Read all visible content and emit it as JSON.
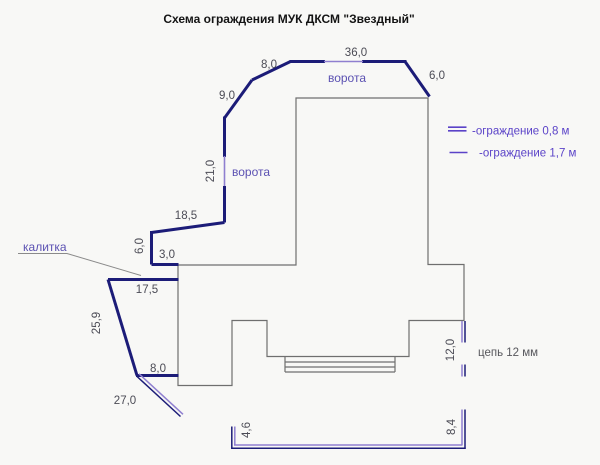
{
  "title": "Схема ограждения МУК ДКСМ \"Звездный\"",
  "legend": {
    "fence_08_label": "-ограждение 0,8 м",
    "fence_17_label": "-ограждение 1,7 м"
  },
  "labels": {
    "gate_top": "ворота",
    "gate_left": "ворота",
    "wicket": "калитка",
    "chain": "цепь 12 мм"
  },
  "dimensions": {
    "top_36": "36,0",
    "top_8": "8,0",
    "top_6": "6,0",
    "top_9": "9,0",
    "left_21": "21,0",
    "left_18_5": "18,5",
    "left_6": "6,0",
    "left_3": "3,0",
    "left_17_5": "17,5",
    "left_25_9": "25,9",
    "left_8": "8,0",
    "left_27": "27,0",
    "bottom_4_6": "4,6",
    "right_12": "12,0",
    "right_8_4": "8,4"
  },
  "colors": {
    "background": "#f8f8f6",
    "fence_dark": "#1c1c78",
    "fence_light": "#8f7fd0",
    "legend_accent": "#5b43c8",
    "label_accent": "#5b51b2",
    "building_outline": "#6f6f6f",
    "dim_text": "#4b4b55"
  }
}
